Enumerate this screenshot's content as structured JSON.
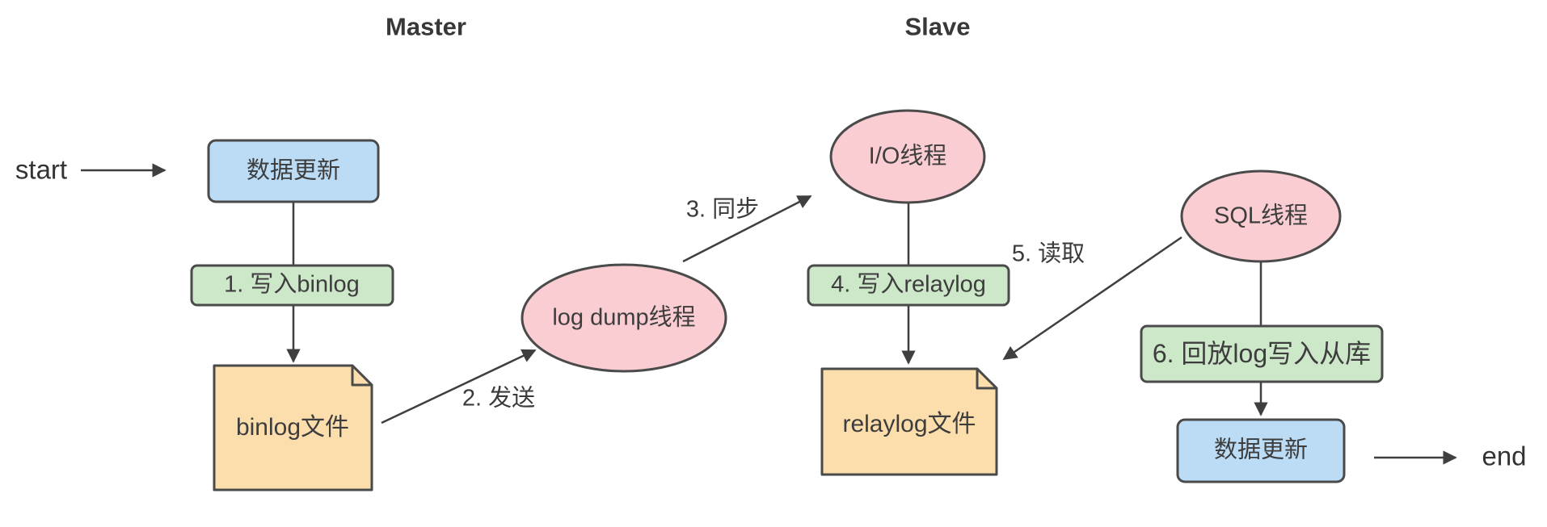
{
  "diagram": {
    "sections": {
      "master": "Master",
      "slave": "Slave"
    },
    "flow": {
      "start": "start",
      "end": "end"
    },
    "master": {
      "data_update": "数据更新",
      "write_binlog": "1. 写入binlog",
      "binlog_file": "binlog文件",
      "log_dump_thread": "log dump线程"
    },
    "slave": {
      "io_thread": "I/O线程",
      "write_relaylog": "4. 写入relaylog",
      "relaylog_file": "relaylog文件",
      "sql_thread": "SQL线程",
      "replay_log_to_slave": "6. 回放log写入从库",
      "data_update": "数据更新"
    },
    "edges": {
      "send": "2. 发送",
      "sync": "3. 同步",
      "read": "5. 读取"
    }
  },
  "colors": {
    "process_fill": "#bcdcf5",
    "step_fill": "#cde8c9",
    "file_fill": "#fcdead",
    "thread_fill": "#f9cdd2",
    "shape_stroke": "#4a4a4a",
    "edge_line": "#3f3f3f",
    "text": "#3d3d3d"
  }
}
